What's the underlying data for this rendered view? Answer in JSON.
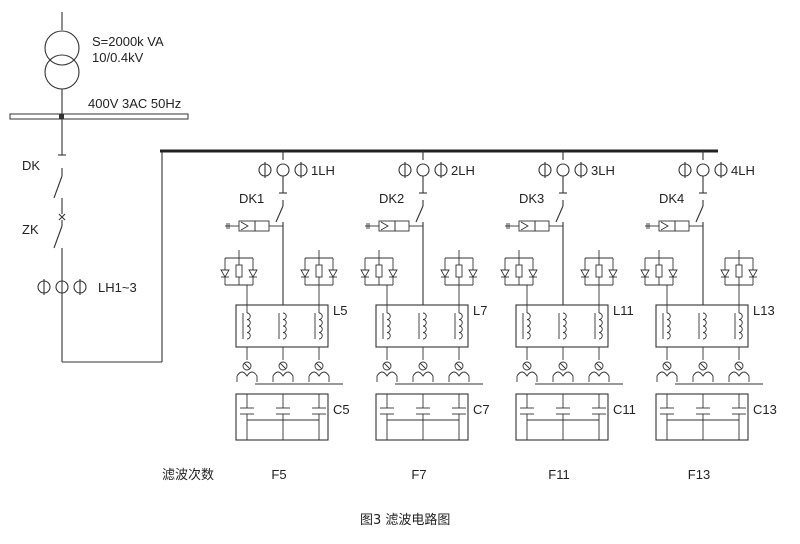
{
  "transformer": {
    "rating": "S=2000k VA",
    "voltage": "10/0.4kV"
  },
  "main_bus": {
    "label": "400V 3AC 50Hz"
  },
  "incoming": {
    "switch_dk": "DK",
    "switch_zk": "ZK",
    "ct_label": "LH1~3",
    "ct_symbols": [
      "Φ",
      "Φ",
      "Φ"
    ]
  },
  "branches": [
    {
      "ct": "1LH",
      "switch": "DK1",
      "reactor": "L5",
      "capacitor": "C5",
      "filter": "F5"
    },
    {
      "ct": "2LH",
      "switch": "DK2",
      "reactor": "L7",
      "capacitor": "C7",
      "filter": "F7"
    },
    {
      "ct": "3LH",
      "switch": "DK3",
      "reactor": "L11",
      "capacitor": "C11",
      "filter": "F11"
    },
    {
      "ct": "4LH",
      "switch": "DK4",
      "reactor": "L13",
      "capacitor": "C13",
      "filter": "F13"
    }
  ],
  "row_label": "滤波次数",
  "caption": "图3  滤波电路图",
  "colors": {
    "line": "#333333",
    "text": "#222222",
    "background": "#ffffff"
  }
}
